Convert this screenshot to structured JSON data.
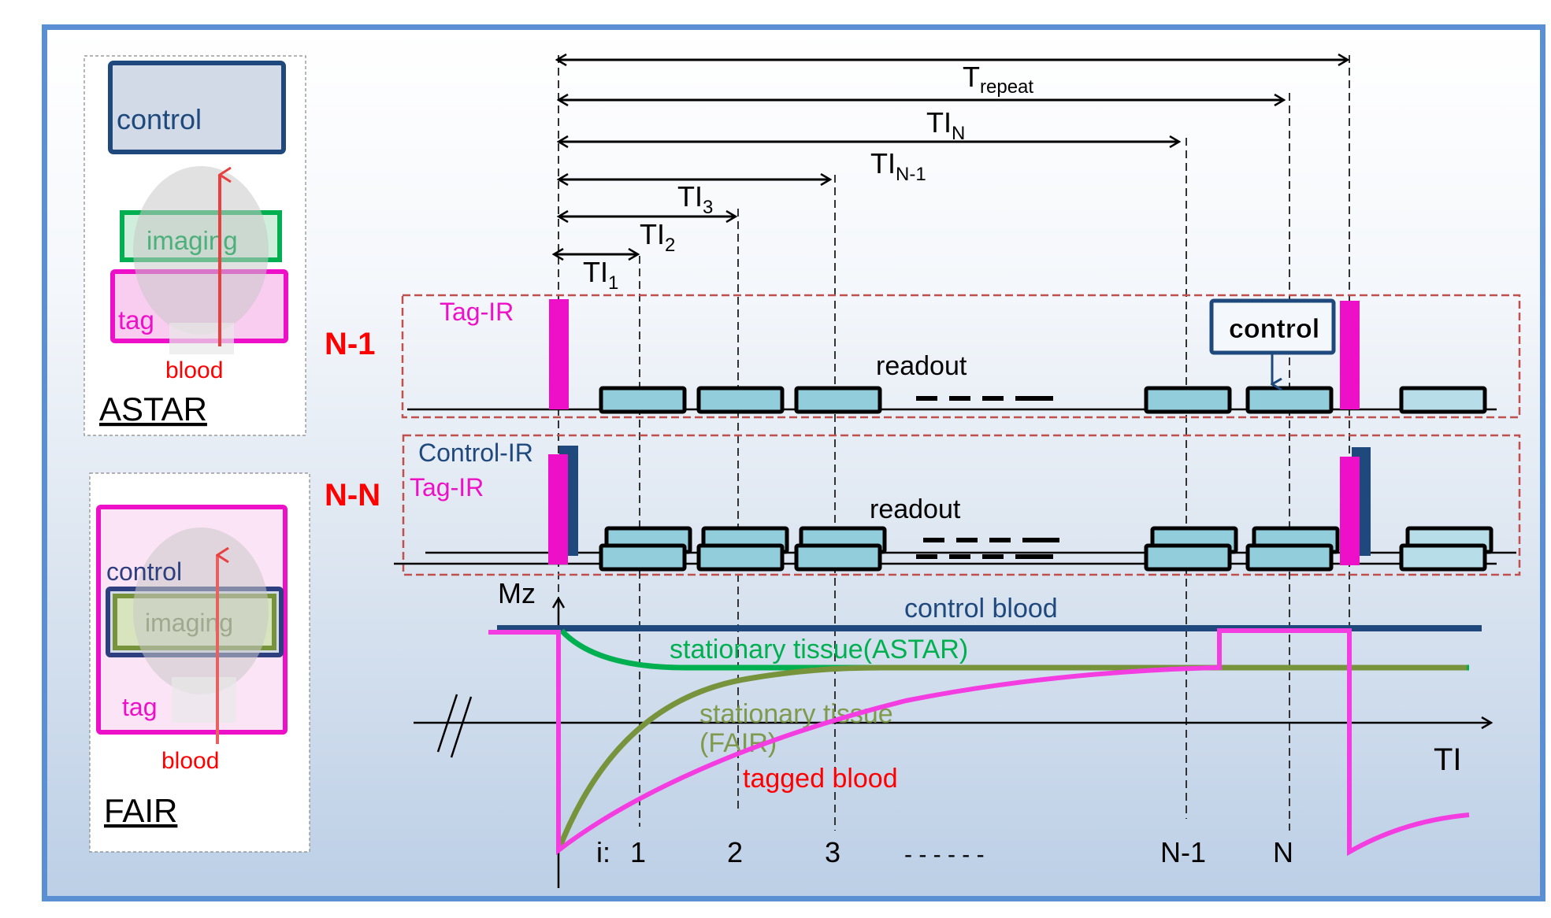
{
  "astar_panel": {
    "title": "ASTAR",
    "control_label": "control",
    "imaging_label": "imaging",
    "tag_label": "tag",
    "blood_label": "blood"
  },
  "fair_panel": {
    "title": "FAIR",
    "control_label": "control",
    "imaging_label": "imaging",
    "tag_label": "tag",
    "blood_label": "blood"
  },
  "timing": {
    "trepeat": {
      "main": "T",
      "sub": "repeat"
    },
    "tin": {
      "main": "TI",
      "sub": "N"
    },
    "tin_1": {
      "main": "TI",
      "sub": "N-1"
    },
    "ti3": {
      "main": "TI",
      "sub": "3"
    },
    "ti2": {
      "main": "TI",
      "sub": "2"
    },
    "ti1": {
      "main": "TI",
      "sub": "1"
    }
  },
  "sequence_n1": {
    "row_label": "N-1",
    "tag_ir_label": "Tag-IR",
    "readout_label": "readout",
    "control_callout": "control"
  },
  "sequence_nn": {
    "row_label": "N-N",
    "control_ir_label": "Control-IR",
    "tag_ir_label": "Tag-IR",
    "readout_label": "readout"
  },
  "mz_plot": {
    "y_axis_label": "Mz",
    "x_axis_label": "TI",
    "curves": {
      "control_blood": "control blood",
      "stationary_astar": "stationary tissue(ASTAR)",
      "stationary_fair_line1": "stationary tissue",
      "stationary_fair_line2": "(FAIR)",
      "tagged_blood": "tagged blood"
    },
    "index_prefix": "i:",
    "indices": [
      "1",
      "2",
      "3",
      "- - - - - -",
      "N-1",
      "N"
    ]
  },
  "colors": {
    "frame_border": "#5B8FD4",
    "magenta": "#EE10C8",
    "navy": "#1F497D",
    "green": "#00B050",
    "olive": "#77933C",
    "red": "#FF0000",
    "readout_fill": "#92CDDC",
    "dashed_box": "#C0504D"
  }
}
